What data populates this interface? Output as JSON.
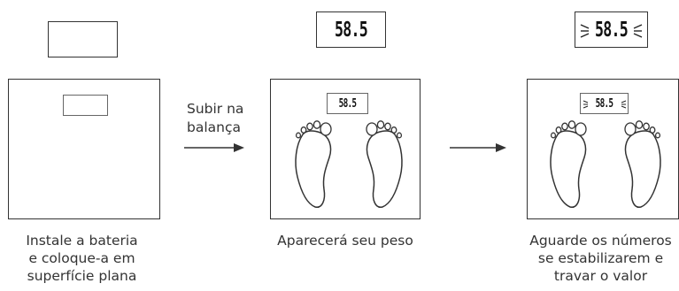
{
  "steps": [
    {
      "caption": [
        "Instale a bateria",
        "e coloque-a em",
        "superfície plana"
      ]
    },
    {
      "caption": [
        "Aparecerá seu peso"
      ],
      "display": "58.5"
    },
    {
      "caption": [
        "Aguarde os números",
        "se estabilizarem e",
        "travar o valor"
      ],
      "display": "58.5"
    }
  ],
  "transition": {
    "label": [
      "Subir na",
      "balança"
    ]
  }
}
